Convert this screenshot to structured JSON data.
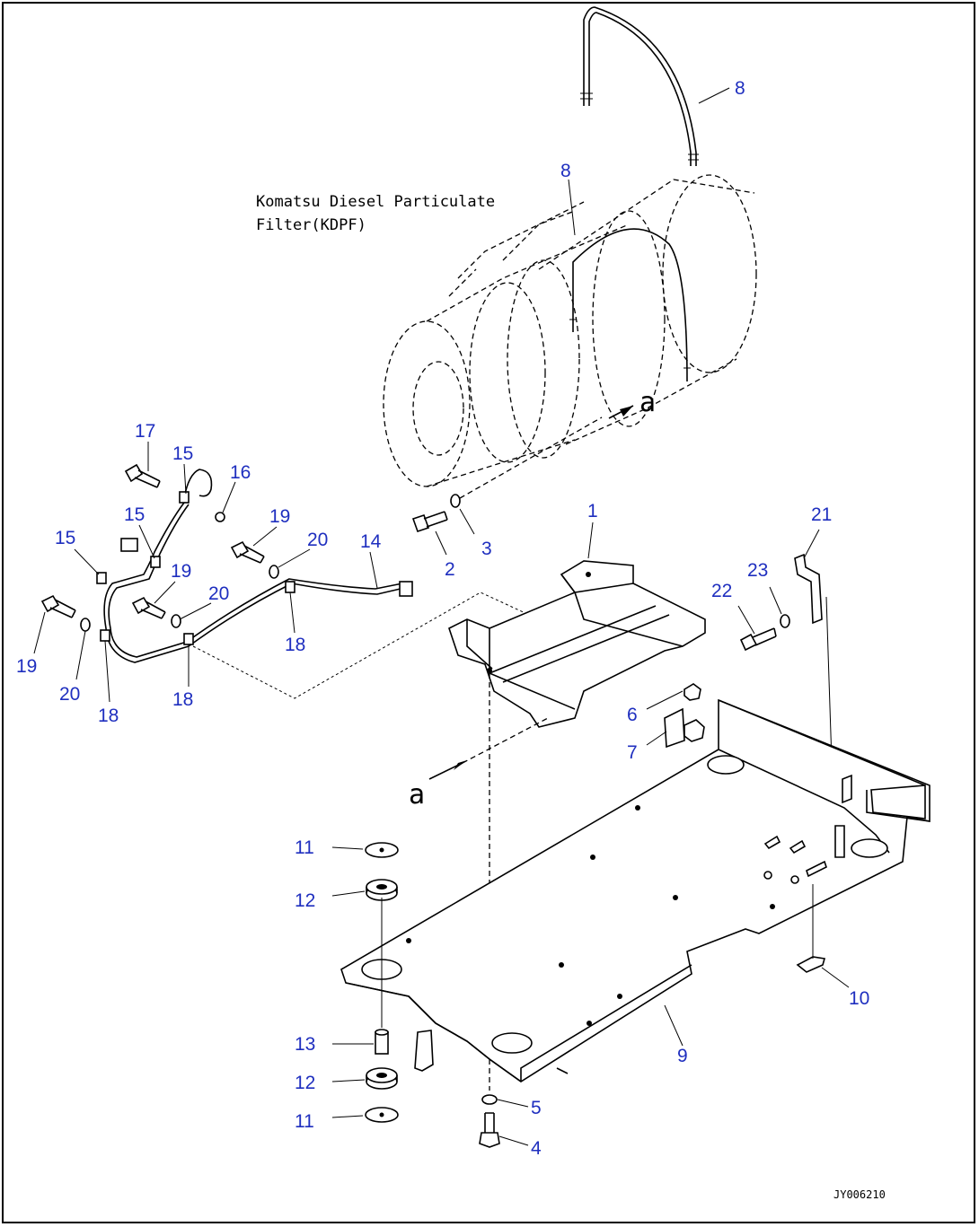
{
  "title_lines": [
    "Komatsu Diesel Particulate",
    "Filter(KDPF)"
  ],
  "view_marker": "a",
  "drawing_code": "JY006210",
  "callouts": [
    {
      "id": "c8a",
      "label": "8"
    },
    {
      "id": "c8b",
      "label": "8"
    },
    {
      "id": "c17",
      "label": "17"
    },
    {
      "id": "c15a",
      "label": "15"
    },
    {
      "id": "c16",
      "label": "16"
    },
    {
      "id": "c15b",
      "label": "15"
    },
    {
      "id": "c15c",
      "label": "15"
    },
    {
      "id": "c19a",
      "label": "19"
    },
    {
      "id": "c20a",
      "label": "20"
    },
    {
      "id": "c14",
      "label": "14"
    },
    {
      "id": "c19b",
      "label": "19"
    },
    {
      "id": "c20b",
      "label": "20"
    },
    {
      "id": "c18a",
      "label": "18"
    },
    {
      "id": "c19c",
      "label": "19"
    },
    {
      "id": "c20c",
      "label": "20"
    },
    {
      "id": "c18b",
      "label": "18"
    },
    {
      "id": "c18c",
      "label": "18"
    },
    {
      "id": "c2",
      "label": "2"
    },
    {
      "id": "c3",
      "label": "3"
    },
    {
      "id": "c1",
      "label": "1"
    },
    {
      "id": "c21",
      "label": "21"
    },
    {
      "id": "c23",
      "label": "23"
    },
    {
      "id": "c22",
      "label": "22"
    },
    {
      "id": "c6",
      "label": "6"
    },
    {
      "id": "c7",
      "label": "7"
    },
    {
      "id": "c11a",
      "label": "11"
    },
    {
      "id": "c12a",
      "label": "12"
    },
    {
      "id": "c13",
      "label": "13"
    },
    {
      "id": "c12b",
      "label": "12"
    },
    {
      "id": "c11b",
      "label": "11"
    },
    {
      "id": "c9",
      "label": "9"
    },
    {
      "id": "c10",
      "label": "10"
    },
    {
      "id": "c5",
      "label": "5"
    },
    {
      "id": "c4",
      "label": "4"
    }
  ]
}
